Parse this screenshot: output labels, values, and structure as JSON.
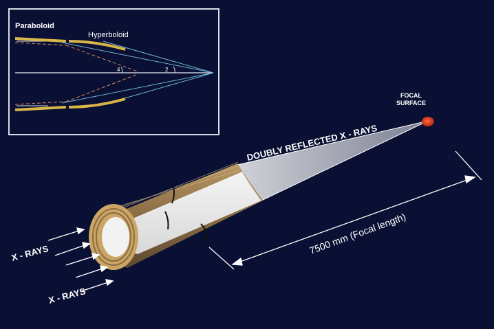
{
  "inset": {
    "paraboloid_label": "Paraboloid",
    "hyperboloid_label": "Hyperboloid",
    "angle_labels": [
      "4",
      "2"
    ]
  },
  "labels": {
    "focal_surface_line1": "FOCAL",
    "focal_surface_line2": "SURFACE",
    "doubly_reflected": "DOUBLY  REFLECTED  X - RAYS",
    "focal_length": "7500 mm  (Focal  length)",
    "xrays_top": "X - RAYS",
    "xrays_bottom": "X - RAYS"
  },
  "colors": {
    "background": "#0a1033",
    "inset_border": "#d8dce8",
    "mirror_yellow": "#d8b64a",
    "mirror_shell": "#8a6e45",
    "focal_spot": "#d23a1e",
    "ray_blue": "#6fb3d6",
    "text": "#ffffff"
  }
}
